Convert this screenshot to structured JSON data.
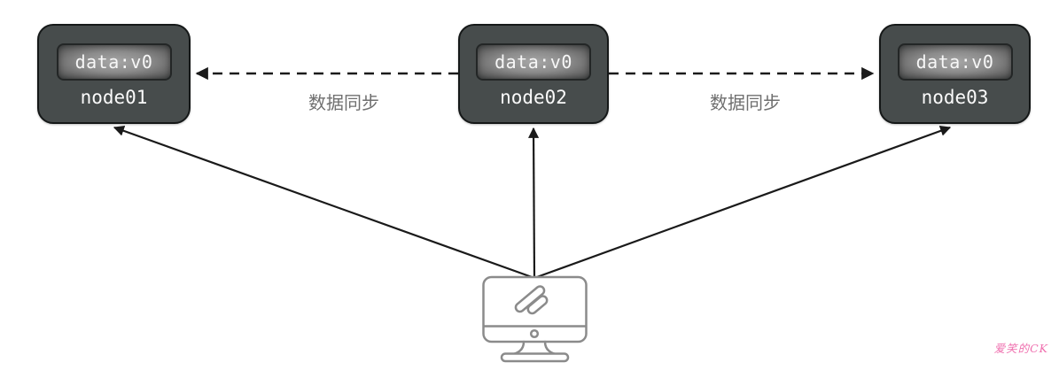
{
  "diagram": {
    "title": "cluster-data-sync-diagram",
    "nodes": [
      {
        "name": "node01",
        "data_label": "data:v0"
      },
      {
        "name": "node02",
        "data_label": "data:v0"
      },
      {
        "name": "node03",
        "data_label": "data:v0"
      }
    ],
    "sync_links": [
      {
        "from": "node02",
        "to": "node01",
        "label": "数据同步",
        "style": "dashed"
      },
      {
        "from": "node02",
        "to": "node03",
        "label": "数据同步",
        "style": "dashed"
      }
    ],
    "client": {
      "icon": "computer-monitor-icon",
      "connects_to": [
        "node01",
        "node02",
        "node03"
      ],
      "style": "solid-arrows"
    },
    "watermark": "爱笑的CK",
    "colors": {
      "node_fill": "#474c4c",
      "node_border": "#151818",
      "data_box_center": "#a6a6a6",
      "data_box_edge": "#4e5151",
      "node_text": "#fafafa",
      "arrow": "#1a1a1a",
      "sync_label_text": "#6f6f6f",
      "monitor_stroke": "#8b8b8b",
      "watermark_pink": "#ef6fae",
      "background": "#ffffff"
    }
  }
}
